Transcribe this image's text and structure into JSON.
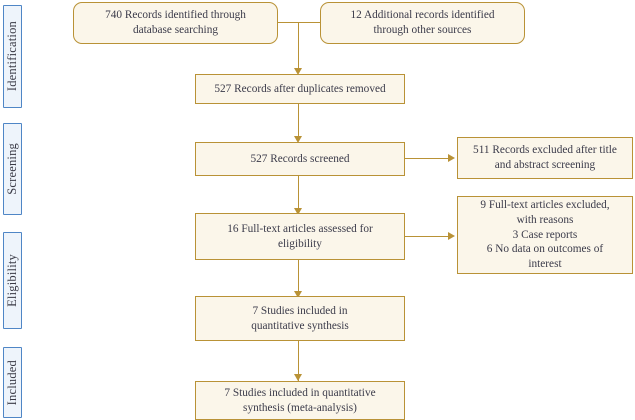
{
  "diagram": {
    "type": "prisma-flow-diagram",
    "accent_border_color": "#b99236",
    "box_fill_color": "#fbf6ea",
    "stage_tab_border_color": "#4f86c6",
    "stage_tab_fill_color": "#eef4fb",
    "text_color": "#3b3b4a",
    "background_color": "#ffffff"
  },
  "stages": [
    {
      "id": "identification",
      "label": "Identification"
    },
    {
      "id": "screening",
      "label": "Screening"
    },
    {
      "id": "eligibility",
      "label": "Eligibility"
    },
    {
      "id": "included",
      "label": "Included"
    }
  ],
  "boxes": {
    "database_records": {
      "text": "740 Records identified through\ndatabase searching",
      "count": 740
    },
    "additional_records": {
      "text": "12 Additional records identified\nthrough other sources",
      "count": 12
    },
    "duplicates_removed": {
      "text": "527 Records after duplicates removed",
      "count": 527
    },
    "records_screened": {
      "text": "527 Records screened",
      "count": 527
    },
    "records_excluded": {
      "text": "511 Records excluded after title\nand abstract screening",
      "count": 511
    },
    "fulltext_assessed": {
      "text": "16 Full-text articles assessed for\neligibility",
      "count": 16
    },
    "fulltext_excluded": {
      "text": "9 Full-text articles excluded,\nwith reasons\n3 Case reports\n6 No data on outcomes of\ninterest",
      "count": 9,
      "reasons": [
        {
          "count": 3,
          "label": "Case reports"
        },
        {
          "count": 6,
          "label": "No data on outcomes of interest"
        }
      ]
    },
    "qualitative_synthesis": {
      "text": "7 Studies included in\nquantitative synthesis",
      "count": 7
    },
    "quantitative_synthesis": {
      "text": "7 Studies included in quantitative\nsynthesis (meta-analysis)",
      "count": 7
    }
  }
}
